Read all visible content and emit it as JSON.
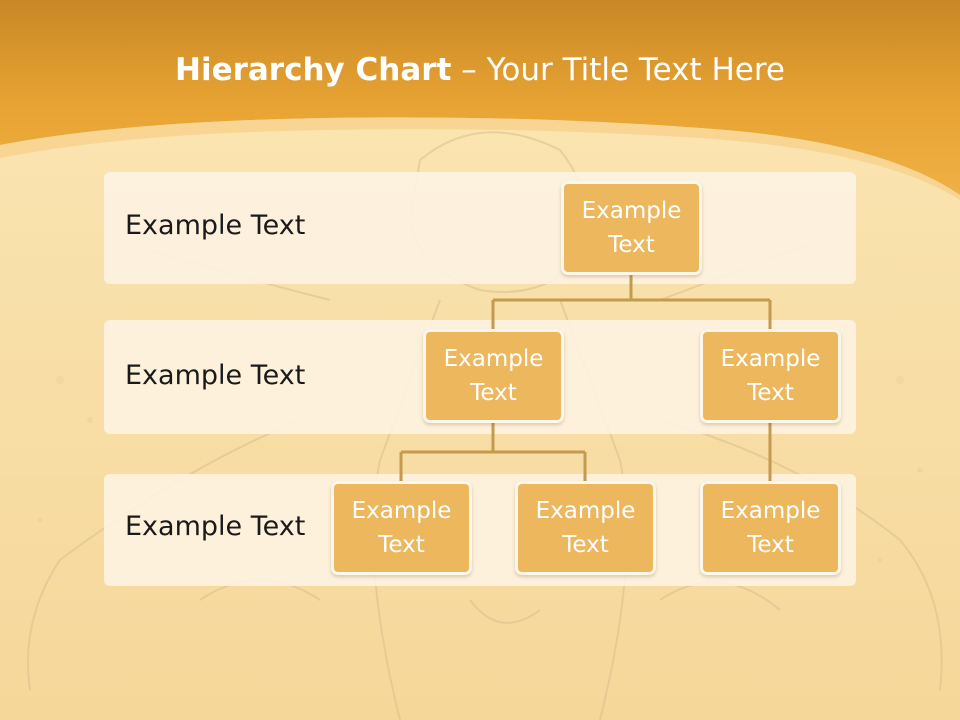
{
  "title": {
    "bold": "Hierarchy Chart",
    "rest": " – Your Title Text Here"
  },
  "rows": [
    {
      "label": "Example Text"
    },
    {
      "label": "Example Text"
    },
    {
      "label": "Example Text"
    }
  ],
  "nodes": {
    "root": "Example Text",
    "level2_left": "Example Text",
    "level2_right": "Example Text",
    "level3_left": "Example Text",
    "level3_middle": "Example Text",
    "level3_right": "Example Text"
  },
  "colors": {
    "header": "#e8a433",
    "node_fill": "#edb75e",
    "node_border": "#fdf6ea",
    "connector": "#c49a4e",
    "row_band": "#fdf3e2"
  }
}
